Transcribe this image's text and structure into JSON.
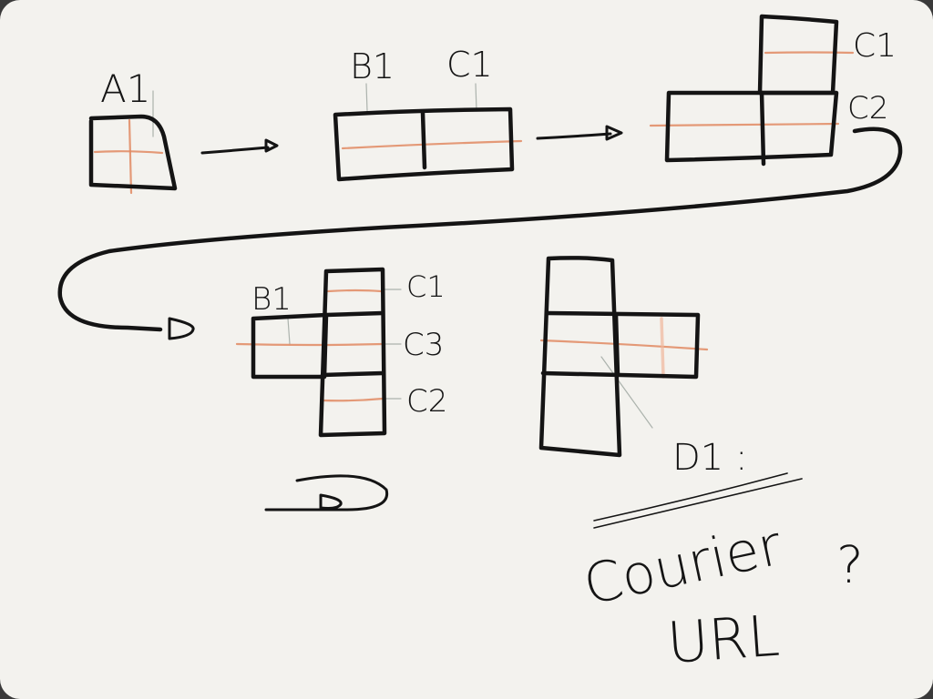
{
  "labels": {
    "a1": "A1",
    "b1_top": "B1",
    "c1_top": "C1",
    "c1_right": "C1",
    "c2_right": "C2",
    "b1_mid": "B1",
    "c1_mid": "C1",
    "c3_mid": "C3",
    "c2_mid": "C2",
    "d1": "D1 :",
    "courier": "Courier",
    "url": "URL",
    "question": "?"
  }
}
